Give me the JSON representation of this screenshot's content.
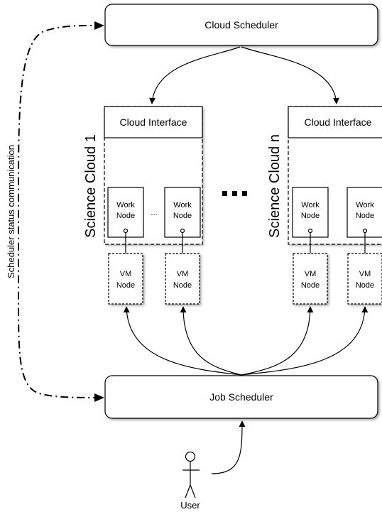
{
  "cloud_scheduler": {
    "label": "Cloud Scheduler"
  },
  "job_scheduler": {
    "label": "Job Scheduler"
  },
  "status_link": {
    "label": "Scheduler status communication"
  },
  "user": {
    "label": "User"
  },
  "clouds": [
    {
      "side_label": "Science Cloud 1",
      "interface_label": "Cloud Interface",
      "work_nodes": [
        {
          "line1": "Work",
          "line2": "Node"
        },
        {
          "line1": "Work",
          "line2": "Node"
        }
      ],
      "work_node_gap": "...",
      "vm_nodes": [
        {
          "line1": "VM",
          "line2": "Node"
        },
        {
          "line1": "VM",
          "line2": "Node"
        }
      ]
    },
    {
      "side_label": "Science Cloud n",
      "interface_label": "Cloud Interface",
      "work_nodes": [
        {
          "line1": "Work",
          "line2": "Node"
        },
        {
          "line1": "Work",
          "line2": "Node"
        }
      ],
      "vm_nodes": [
        {
          "line1": "VM",
          "line2": "Node"
        },
        {
          "line1": "VM",
          "line2": "Node"
        }
      ]
    }
  ]
}
